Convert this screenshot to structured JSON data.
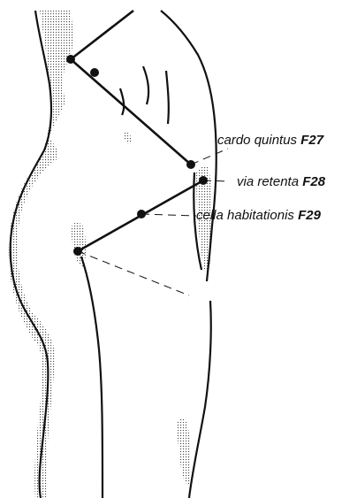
{
  "colors": {
    "ink": "#111111",
    "stipple": "#9a9a9a",
    "background": "#ffffff"
  },
  "points": [
    {
      "name": "cardo quintus",
      "code": "F27"
    },
    {
      "name": "via retenta",
      "code": "F28"
    },
    {
      "name": "cella habitationis",
      "code": "F29"
    }
  ]
}
